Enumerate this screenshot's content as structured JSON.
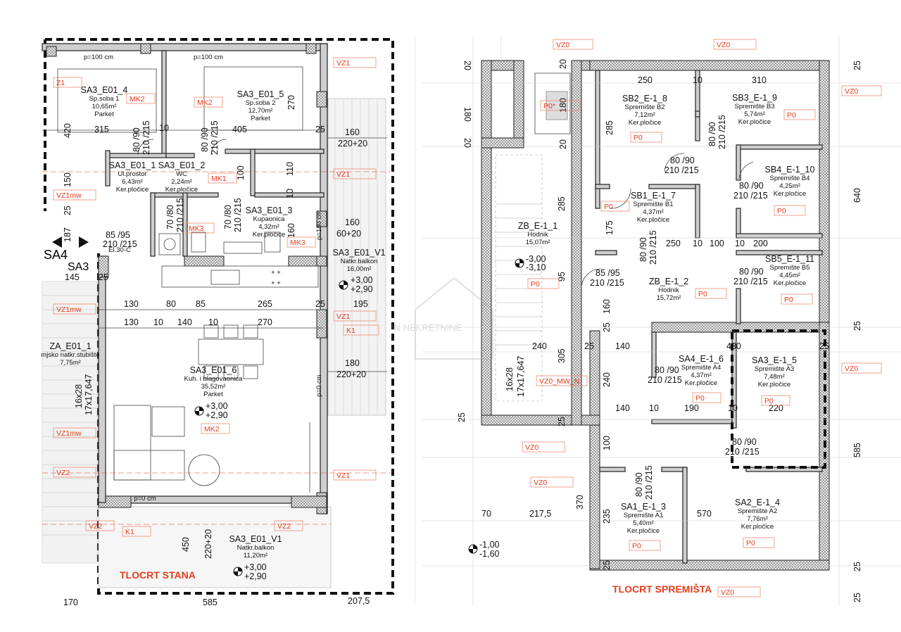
{
  "left": {
    "title": "TLOCRT STANA",
    "rooms": {
      "r1_id": "SA3_E01_4",
      "r1_name": "Sp.soba 1",
      "r1_area": "10,65m²",
      "r1_floor": "Parket",
      "r2_id": "SA3_E01_5",
      "r2_name": "Sp.soba 2",
      "r2_area": "12,70m²",
      "r2_floor": "Parket",
      "r3_id": "SA3_E01_1",
      "r3_name": "Ul.prostor",
      "r3_area": "6,43m²",
      "r3_floor": "Ker.pločice",
      "r4_id": "SA3_E01_2",
      "r4_name": "WC",
      "r4_area": "2,24m²",
      "r4_floor": "Ker.pločice",
      "r5_id": "SA3_E01_3",
      "r5_name": "Kupaonica",
      "r5_area": "4,32m²",
      "r5_floor": "Ker.pločice",
      "r6_id": "SA3_E01_V1",
      "r6_name": "Natkr.balkon",
      "r6_area": "16,00m²",
      "r7_id": "SA3_E01_6",
      "r7_name": "Kuh. i blagovaonica",
      "r7_area": "35,52m²",
      "r7_floor": "Parket",
      "r8_id": "SA3_E01_V1",
      "r8_name": "Natkr.balkon",
      "r8_area": "11,20m²",
      "r9_id": "ZA_E01_1",
      "r9_name": "mjsko natkr.stubište",
      "r9_area": "7,75m²"
    },
    "labels": {
      "sa4": "SA4",
      "sa3": "SA3",
      "stairs1": "16x28",
      "stairs2": "17x17,647",
      "door_main1": "85 /95",
      "door_main2": "210 /215",
      "el": "El.30-C",
      "p100a": "p=100 cm",
      "p100b": "p=100 cm",
      "p0": "p=0 cm",
      "p0b": "p=0 cm",
      "p180": "p=180 cm",
      "lv1a": "+3,00",
      "lv1b": "+2,90",
      "lv2a": "+3,00",
      "lv2b": "+2,90",
      "lv3a": "+3,00",
      "lv3b": "+2,90"
    },
    "dims": {
      "d315": "315",
      "d405": "405",
      "d420": "420",
      "d270": "270",
      "d25a": "25",
      "d160": "160",
      "d22020": "220+20",
      "d80_90a": "80 /90",
      "d210_215a": "210 /215",
      "d10a": "10",
      "d80_90b": "80 /90",
      "d210_215b": "210 /215",
      "d150": "150",
      "d100": "100",
      "d110": "110",
      "d10b": "10",
      "d70_80a": "70 /80",
      "d210_215c": "210 /215",
      "d70_80b": "70 /80",
      "d210_215d": "210 /215",
      "d160b": "160",
      "d6020": "60+20",
      "d187": "187",
      "d25b": "25",
      "d145": "145",
      "d25c": "25",
      "d130": "130",
      "d80": "80",
      "d85": "85",
      "d265": "265",
      "d25d": "25",
      "d195": "195",
      "d130b": "130",
      "d10c": "10",
      "d140": "140",
      "d10d": "10",
      "d270b": "270",
      "d180": "180",
      "d22020b": "220+20",
      "d450": "450",
      "d22020c": "220+20",
      "d170": "170",
      "d585": "585",
      "d2075": "207,5"
    },
    "tags": {
      "t1": "Z1",
      "t2": "MK2",
      "t3": "MK2",
      "t4": "VZ1",
      "t5": "VZ1",
      "t6": "VZ1mw",
      "t7": "MK1",
      "t8": "MK3",
      "t9": "MK3",
      "t10": "VZ1mw",
      "t11": "VZ1",
      "t12": "K1",
      "t13": "MK2",
      "t14": "VZ1mw",
      "t15": "VZ2",
      "t16": "VZ1",
      "t17": "VZ2",
      "t18": "K1",
      "t19": "VZ2"
    }
  },
  "right": {
    "title": "TLOCRT SPREMIŠTA",
    "rooms": {
      "s1_id": "SB2_E-1_8",
      "s1_name": "Spremište B2",
      "s1_area": "7,12m²",
      "s1_floor": "Ker.pločice",
      "s2_id": "SB3_E-1_9",
      "s2_name": "Spremište B3",
      "s2_area": "5,74m²",
      "s2_floor": "Ker.pločice",
      "s3_id": "SB4_E-1_10",
      "s3_name": "Spremište B4",
      "s3_area": "4,25m²",
      "s3_floor": "Ker.pločice",
      "s4_id": "SB1_E-1_7",
      "s4_name": "Spremište B1",
      "s4_area": "4,37m²",
      "s4_floor": "Ker.pločice",
      "s5_id": "ZB_E-1_1",
      "s5_name": "Hodnik",
      "s5_area": "15,07m²",
      "s6_id": "SB5_E-1_11",
      "s6_name": "Spremište B5",
      "s6_area": "4,45m²",
      "s6_floor": "Ker.pločice",
      "s7_id": "ZB_E-1_2",
      "s7_name": "Hodnik",
      "s7_area": "15,72m²",
      "s8_id": "SA4_E-1_6",
      "s8_name": "Spremište A4",
      "s8_area": "4,37m²",
      "s8_floor": "Ker.pločice",
      "s9_id": "SA3_E-1_5",
      "s9_name": "Spremište A3",
      "s9_area": "7,48m²",
      "s9_floor": "Ker.pločice",
      "s10_id": "SA1_E-1_3",
      "s10_name": "Spremište A1",
      "s10_area": "5,40m²",
      "s10_floor": "Ker.pločice",
      "s11_id": "SA2_E-1_4",
      "s11_name": "Spremište A2",
      "s11_area": "7,76m²",
      "s11_floor": "Ker.pločice"
    },
    "labels": {
      "lv1a": "-3,00",
      "lv1b": "-3,10",
      "lv2a": "-1,00",
      "lv2b": "-1,60",
      "stairs1": "16x28",
      "stairs2": "17x17,647"
    },
    "dims": {
      "d250": "250",
      "d10a": "10",
      "d310": "310",
      "d20a": "20",
      "d180": "180",
      "d20b": "20",
      "d180b": "180",
      "d20c": "20",
      "d285": "285",
      "d80_90a": "80 /90",
      "d210_215a": "210 /215",
      "d80_90b": "80 /90",
      "d210_215b": "210 /215",
      "d80_90c": "80 /90",
      "d210_215c": "210 /215",
      "d175": "175",
      "d285b": "285",
      "d640": "640",
      "d80_90d": "80 /90",
      "d210_215d": "210 /215",
      "d250b": "250",
      "d10b": "10",
      "d100": "100",
      "d10c": "10",
      "d200": "200",
      "d85_95": "85 /95",
      "d210_215e": "210 /215",
      "d80_90e": "80 /90",
      "d210_215f": "210 /215",
      "d95": "95",
      "d160": "160",
      "d25a": "25",
      "d25b": "25",
      "d240": "240",
      "d25c": "25",
      "d140": "140",
      "d430": "430",
      "d25d": "25",
      "d305": "305",
      "d240b": "240",
      "d80_90f": "80 /90",
      "d210_215g": "210 /215",
      "d140b": "140",
      "d10d": "10",
      "d190": "190",
      "d10e": "10",
      "d220": "220",
      "d25e": "25",
      "d25f": "25",
      "d100b": "100",
      "d80_90g": "80 /90",
      "d210_215h": "210 /215",
      "d585": "585",
      "d370": "370",
      "d80_90h": "80 /90",
      "d210_215i": "210 /215",
      "d70": "70",
      "d2175": "217,5",
      "d235": "235",
      "d570": "570",
      "d25g": "25",
      "d25h": "25",
      "d25i": "25",
      "d25j": "25"
    },
    "tags": {
      "t1": "VZ0",
      "t2": "VZ0",
      "t3": "VZ0",
      "t4": "P0*",
      "t5": "P0",
      "t6": "P0",
      "t7": "P0",
      "t8": "P0",
      "t9": "P0",
      "t10": "P0",
      "t11": "P0",
      "t12": "P0",
      "t13": "VZ0_MW_N",
      "t14": "P0",
      "t15": "VZ0",
      "t16": "P0",
      "t17": "VZ0",
      "t18": "VZ0",
      "t19": "P0",
      "t20": "P0",
      "t21": "VZ0"
    }
  },
  "watermark": "IN NEKRETNINE"
}
